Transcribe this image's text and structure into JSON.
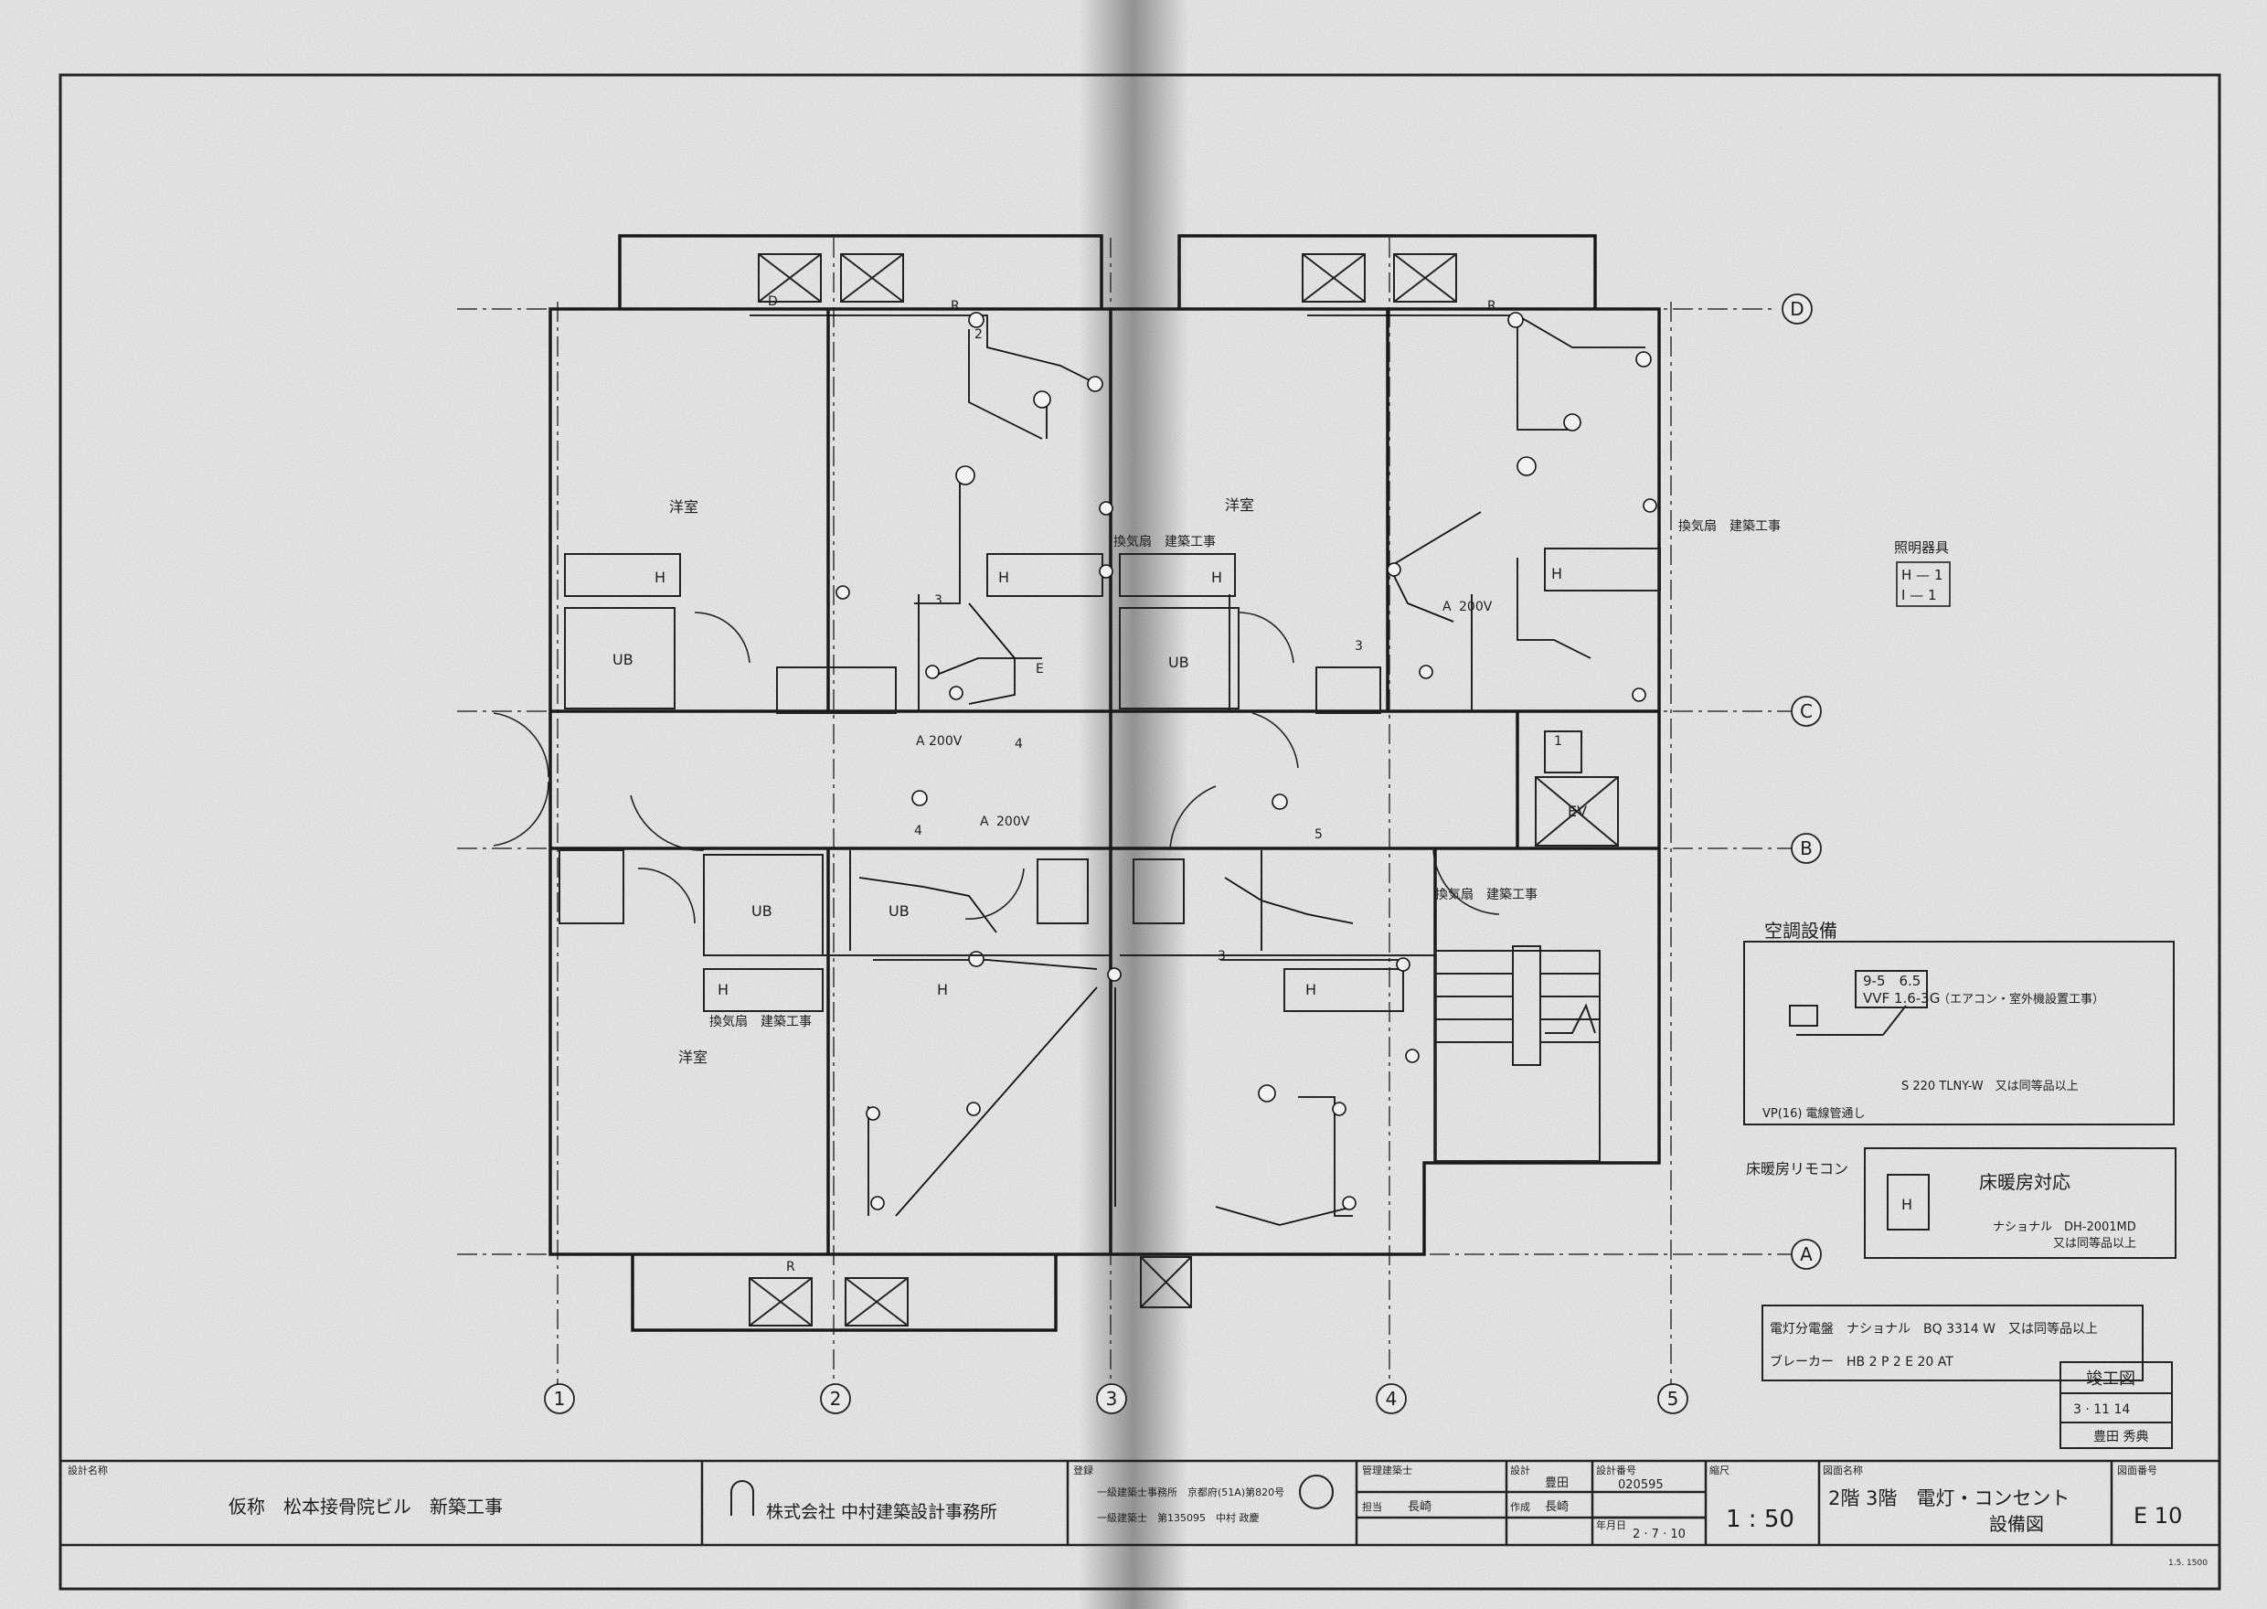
{
  "drawing": {
    "grid_columns": [
      "1",
      "2",
      "3",
      "4",
      "5"
    ],
    "grid_rows": [
      "A",
      "B",
      "C",
      "D"
    ],
    "room_labels": {
      "western_room": "洋室",
      "unit_bath": "UB",
      "elevator": "EV",
      "heater": "H"
    },
    "annotations": {
      "fan_note": "換気扇　建築工事",
      "voltage_200v": "200V",
      "circuit_numbers": [
        "1",
        "2",
        "3",
        "4",
        "5"
      ],
      "outlet_marks": [
        "A",
        "H",
        "E",
        "R",
        "D"
      ]
    },
    "lighting_legend": {
      "title": "照明器具",
      "rows": [
        "H — 1",
        "I — 1"
      ]
    },
    "hvac_box": {
      "title": "空調設備",
      "sizes": "9-5　6.5",
      "cable": "VVF 1.6-3G",
      "note1": "（エアコン・室外機設置工事）",
      "note2": "S 220 TLNY-W　又は同等品以上",
      "note3": "VP(16) 電線管通し"
    },
    "heater_box": {
      "title": "床暖房リモコン",
      "heading": "床暖房対応",
      "mark": "H",
      "model": "ナショナル　DH-2001MD",
      "equiv": "又は同等品以上"
    },
    "panel_note": {
      "line1": "電灯分電盤　ナショナル　BQ 3314 W　又は同等品以上",
      "line2": "ブレーカー　HB 2 P 2 E 20 AT"
    },
    "stamp_box": {
      "seal": "竣工図",
      "date": "3 · 11 14",
      "name": "豊田 秀典"
    }
  },
  "title_block": {
    "project_label": "設計名称",
    "project_name": "仮称　松本接骨院ビル　新築工事",
    "firm_name": "株式会社 中村建築設計事務所",
    "registration_label": "登録",
    "registration1": "一級建築士事務所　京都府(51A)第820号",
    "registration2": "一級建築士　第135095　中村 政慶",
    "manager_label": "管理建築士",
    "design_label": "設計",
    "designer": "豊田",
    "check_label": "担当",
    "checker": "長崎",
    "draw_label": "作成",
    "drafter": "長崎",
    "number_label": "設計番号",
    "design_number": "020595",
    "date_label": "年月日",
    "date": "2 · 7 · 10",
    "scale_label": "縮尺",
    "scale": "1 : 50",
    "drawing_title_label": "図面名称",
    "drawing_title_1": "2階 3階　電灯・コンセント",
    "drawing_title_2": "設備図",
    "drawing_no_label": "図面番号",
    "drawing_no": "E 10",
    "corner_code": "1.5. 1500"
  }
}
